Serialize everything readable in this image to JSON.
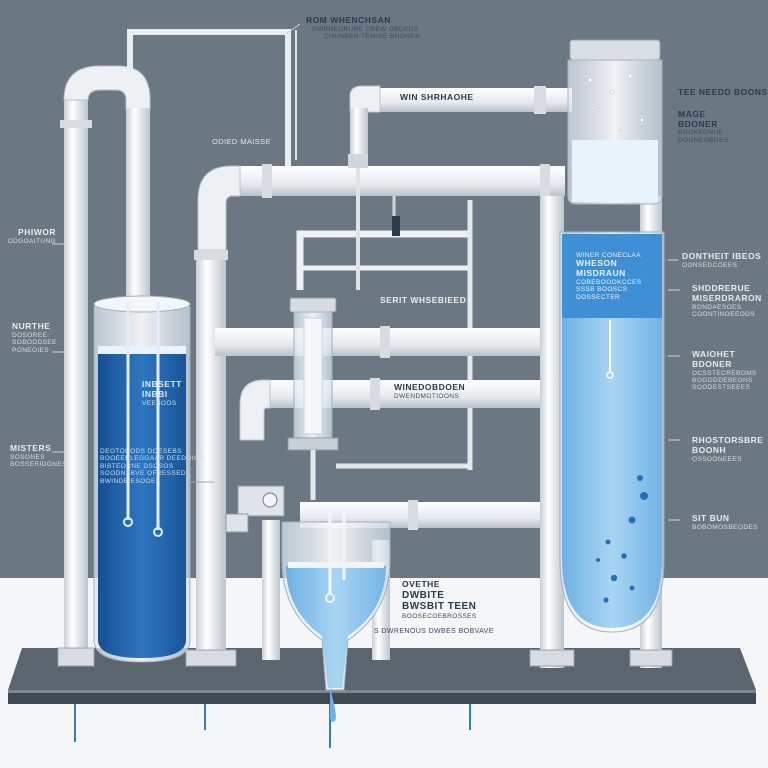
{
  "diagram": {
    "colors": {
      "background_panel": "#6b7783",
      "pipe": "#e9edf0",
      "pipe_shadow": "#b9c2ca",
      "water_deep": "#1f5fa8",
      "water_light": "#8cc3ea",
      "floor": "#4d5863",
      "label_text": "#2b3b4c"
    },
    "labels": {
      "top_center_title": "ROM WHENCHSAN",
      "top_center_sub_1": "DWBNEOBURE CBEW OBDEDS",
      "top_center_sub_2": "CHUNBER TEMISE BRONES",
      "top_right_title": "TEE NEEDD BOONS",
      "top_right_sub_1": "MAGE",
      "top_right_sub_2": "BDONER",
      "top_right_sub_3": "BOOKEDNUE",
      "top_right_sub_4": "DOONEOBDES",
      "pipe_label_upper": "WIN SHRHAOHE",
      "pipe_label_left_center": "ODIED MAISSE",
      "left_side_1_title": "PHIWOR",
      "left_side_1_sub": "ODGOAITUNG",
      "left_side_2_title": "NURTHE",
      "left_side_2_sub_1": "DOSOREE",
      "left_side_2_sub_2": "SOBODDSEE",
      "left_side_2_sub_3": "PONEOIES",
      "left_side_3_title": "MISTERS",
      "left_side_3_sub_1": "SOSONES",
      "left_side_3_sub_2": "BOSSERIDONES",
      "left_tank_label_title": "INBSETT",
      "left_tank_label_sub_1": "INBBI",
      "left_tank_label_sub_2": "VEEBOOS",
      "left_tank_lower_1": "DEOTOUODS DOESEBS",
      "left_tank_lower_2": "BOOEEDLEGGAAR DEEDOIGS",
      "left_tank_lower_3": "BIBTEORNE DSOSOS",
      "left_tank_lower_4": "SOODNEBVE OFRESSED",
      "left_tank_lower_5": "BWINDEIESOOES",
      "center_label_1": "SERIT WHSEBIEED",
      "center_label_2_title": "WINEDOBDOEN",
      "center_label_2_sub": "DWENDMOTIOONS",
      "right_tank_inner_1": "WINER CONECLAA",
      "right_tank_inner_2": "WHESON",
      "right_tank_inner_3": "MISDRAUN",
      "right_tank_inner_4": "COBEBOOOKCCES",
      "right_tank_inner_5": "SSSB BOOSCS",
      "right_tank_inner_6": "DOSSECTER",
      "right_side_1_title": "DONTHEIT IBEOS",
      "right_side_1_sub": "OONSEDCOEES",
      "right_side_2_title": "SHDDRERUE",
      "right_side_2_sub_1": "MISERDRARON",
      "right_side_2_sub_2": "BONDAESOES",
      "right_side_2_sub_3": "COONTINOEEODS",
      "right_side_3_title": "WAIOHET",
      "right_side_3_sub_1": "BDONER",
      "right_side_3_sub_2": "OCSSTECREBOMS",
      "right_side_3_sub_3": "BOGODDEBEONS",
      "right_side_3_sub_4": "SOODESTSEEES",
      "right_side_4_title": "RHOSTORSBRE",
      "right_side_4_sub_1": "BOONH",
      "right_side_4_sub_2": "OSSOONEEES",
      "right_side_5_title": "SIT BUN",
      "right_side_5_sub": "BOBOMOSBEODES",
      "bottom_center_1": "OVETHE",
      "bottom_center_2": "DWBITE",
      "bottom_center_3": "BWSBIT TEEN",
      "bottom_center_4": "BOOSECOEBROSSES",
      "bottom_center_5": "S DWRENOUS DWBES BOBVAVE"
    }
  }
}
